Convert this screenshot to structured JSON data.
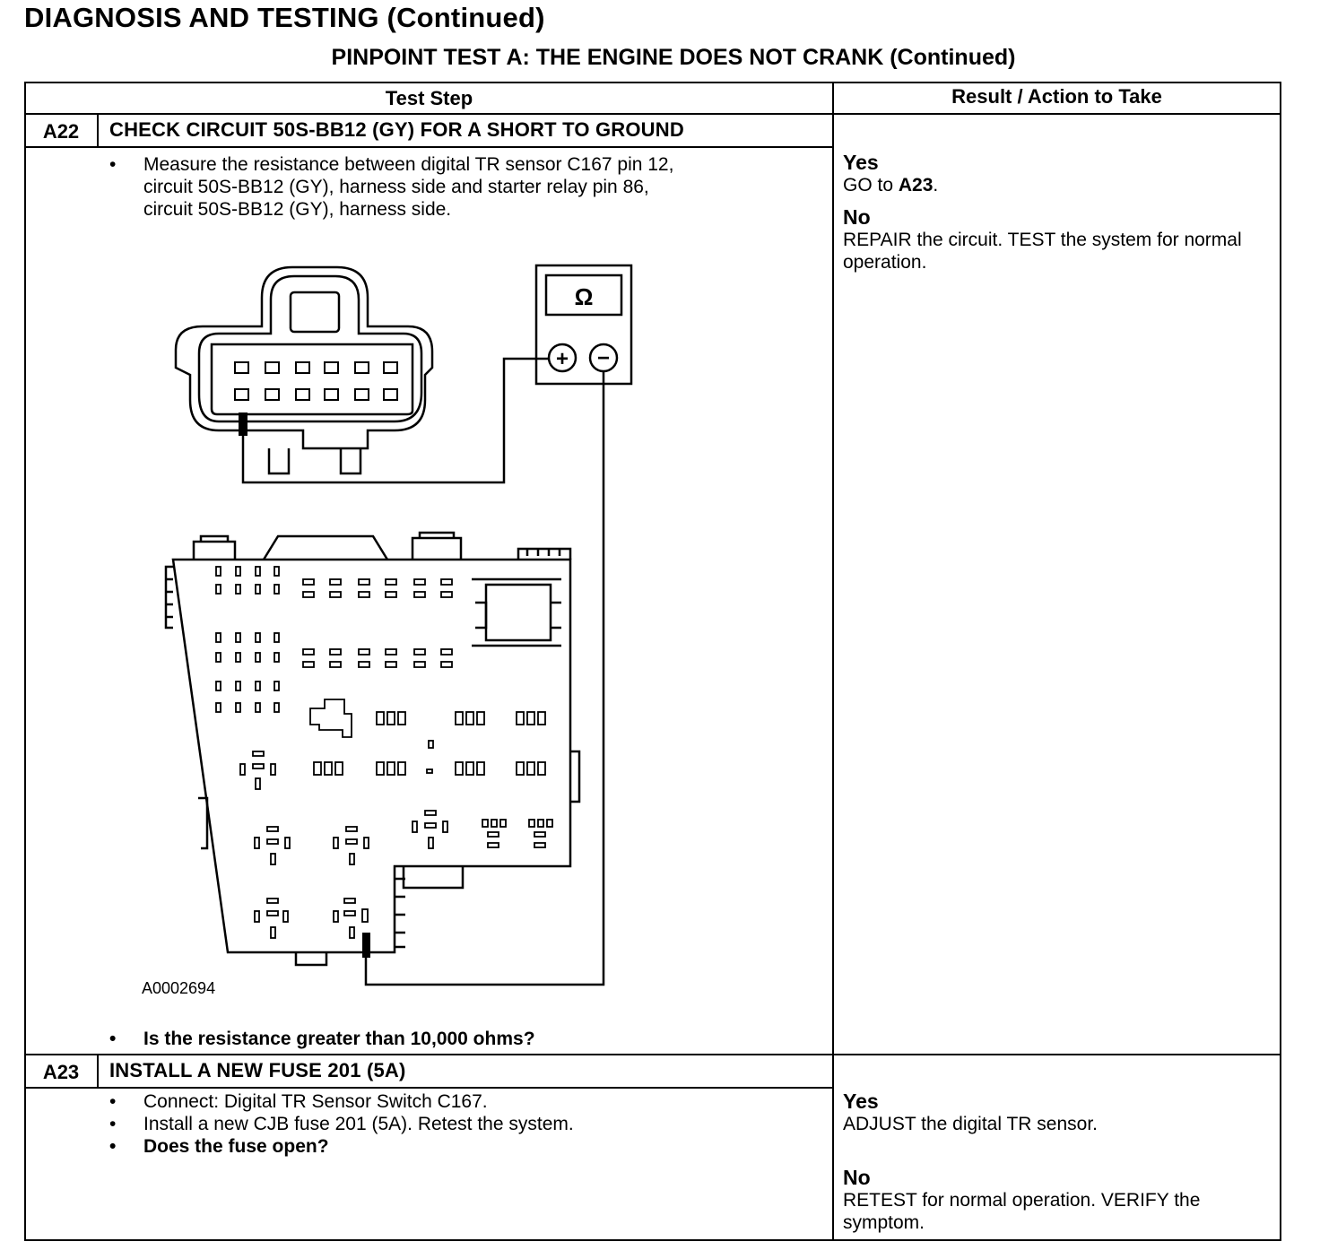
{
  "page_heading": "DIAGNOSIS AND TESTING (Continued)",
  "test_title": "PINPOINT TEST  A: THE ENGINE DOES NOT CRANK (Continued)",
  "table": {
    "col_test_step": "Test Step",
    "col_result": "Result / Action to Take"
  },
  "steps": [
    {
      "id": "A22",
      "title": "CHECK CIRCUIT 50S-BB12 (GY) FOR A SHORT TO GROUND",
      "instruction_lines": [
        "Measure the resistance between digital TR sensor C167 pin 12,",
        "circuit 50S-BB12 (GY), harness side and starter relay pin 86,",
        "circuit 50S-BB12 (GY), harness side."
      ],
      "figure_id": "A0002694",
      "meter_symbol": "Ω",
      "meter_plus": "+",
      "meter_minus": "−",
      "question": "Is the resistance greater than 10,000 ohms?",
      "yes_label": "Yes",
      "yes_action_prefix": "GO to ",
      "yes_action_target": "A23",
      "yes_action_suffix": ".",
      "no_label": "No",
      "no_action": "REPAIR the circuit. TEST the system for normal operation."
    },
    {
      "id": "A23",
      "title": "INSTALL A NEW FUSE 201 (5A)",
      "bullets": [
        "Connect: Digital TR Sensor Switch C167.",
        "Install a new CJB fuse 201 (5A). Retest the system."
      ],
      "question": "Does the fuse open?",
      "yes_label": "Yes",
      "yes_action": "ADJUST the digital TR sensor.",
      "no_label": "No",
      "no_action": "RETEST for normal operation. VERIFY the symptom."
    }
  ]
}
